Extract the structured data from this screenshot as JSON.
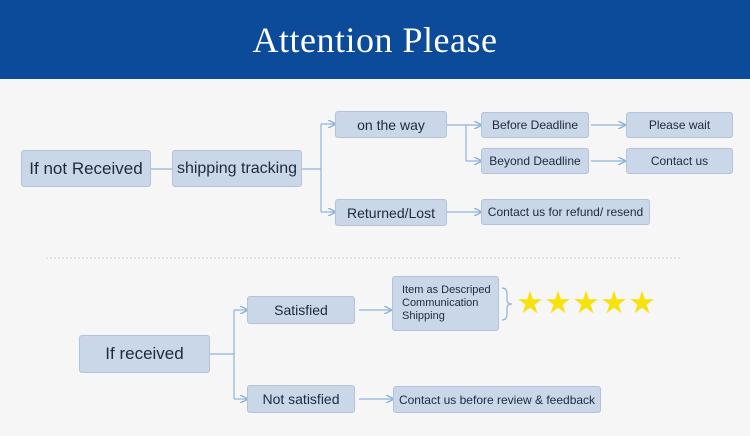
{
  "header": {
    "title": "Attention Please"
  },
  "section_not_received": {
    "root": "If not Received",
    "tracking": "shipping tracking",
    "on_the_way": "on the way",
    "returned_lost": "Returned/Lost",
    "before_deadline": "Before Deadline",
    "beyond_deadline": "Beyond Deadline",
    "please_wait": "Please wait",
    "contact_us": "Contact us",
    "refund_resend": "Contact us for refund/ resend"
  },
  "section_received": {
    "root": "If received",
    "satisfied": "Satisfied",
    "not_satisfied": "Not satisfied",
    "feedback_items": [
      "Item as Descriped",
      "Communication",
      "Shipping"
    ],
    "contact_review": "Contact us before review & feedback",
    "rating_stars": 5
  },
  "colors": {
    "header_bg": "#0b4b9a",
    "box_bg": "#c9d7e9",
    "line": "#8fb3d8",
    "star": "#f6e20c"
  }
}
